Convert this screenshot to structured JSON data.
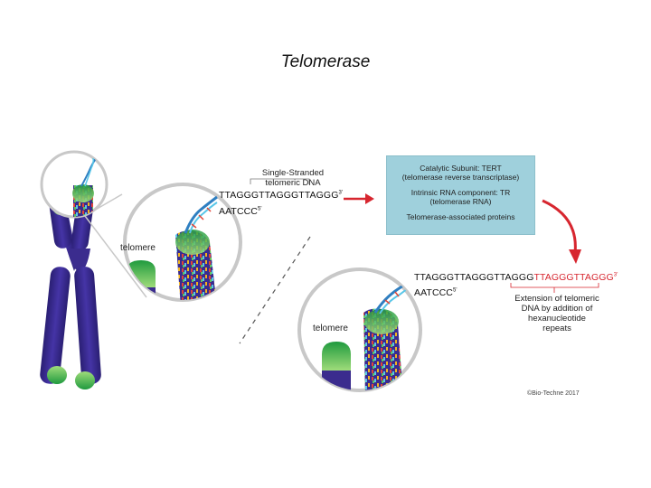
{
  "title": "Telomerase",
  "single_stranded_label": [
    "Single-Stranded",
    "telomeric DNA"
  ],
  "top_sequence": {
    "main": "TTAGGGTTAGGGTTAGGG",
    "end": "3'"
  },
  "top_complement": {
    "main": "AATCCC",
    "end": "5'"
  },
  "telomere_label_1": "telomere",
  "telomere_label_2": "telomere",
  "telomerase_box": {
    "line1": "Catalytic Subunit: TERT",
    "line2": "(telomerase reverse transcriptase)",
    "line3": "Intrinsic RNA component: TR",
    "line4": "(telomerase RNA)",
    "line5": "Telomerase-associated proteins"
  },
  "extended_sequence": {
    "main": "TTAGGGTTAGGGTTAGGG",
    "added": "TTAGGGTTAGGG",
    "end": "3'"
  },
  "extended_complement": {
    "main": "AATCCC",
    "end": "5'"
  },
  "extension_note": [
    "Extension of telomeric",
    "DNA by addition of",
    "hexanucleotide repeats"
  ],
  "credit": "©Bio-Techne 2017",
  "colors": {
    "chromosome": "#3b2c8e",
    "telomere": "#3cb54a",
    "info_box": "#9fd0dc",
    "arrow": "#d7262f"
  }
}
